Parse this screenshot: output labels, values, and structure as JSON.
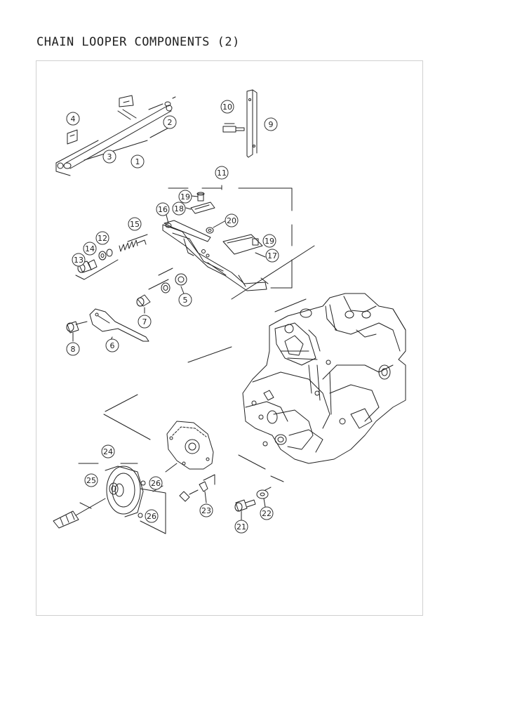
{
  "page": {
    "title": "CHAIN LOOPER COMPONENTS (2)"
  },
  "diagram": {
    "callouts": [
      "1",
      "2",
      "3",
      "4",
      "5",
      "6",
      "7",
      "8",
      "9",
      "10",
      "11",
      "12",
      "13",
      "14",
      "15",
      "16",
      "17",
      "18",
      "19",
      "19",
      "20",
      "21",
      "22",
      "23",
      "24",
      "25",
      "26",
      "26"
    ]
  }
}
